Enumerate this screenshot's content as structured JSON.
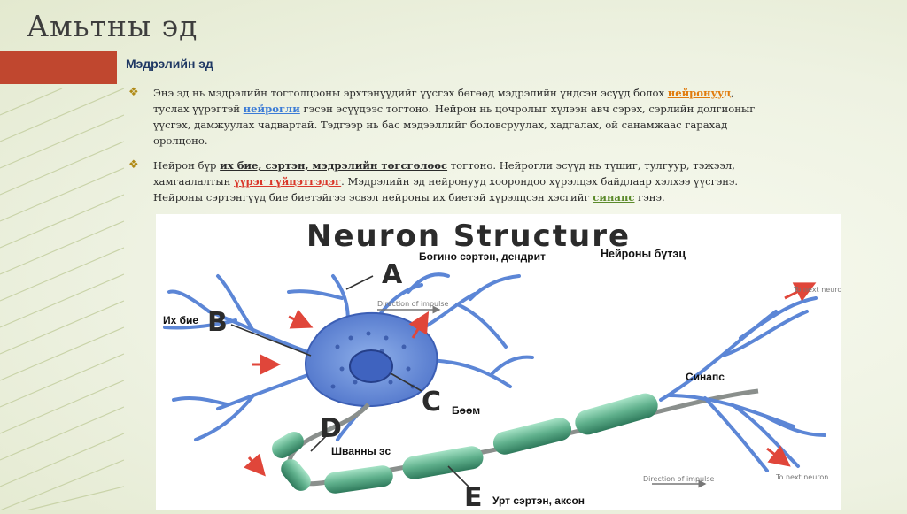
{
  "title": "Амьтны эд",
  "subtitle": "Мэдрэлийн эд",
  "bullets": [
    {
      "p1": "Энэ эд нь мэдрэлийн тогтолцооны эрхтэнүүдийг үүсгэх бөгөөд мэдрэлийн үндсэн эсүүд болох ",
      "h1": "нейронууд",
      "p2": ", туслах үүрэгтэй ",
      "h2": "нейрогли",
      "p3": " гэсэн эсүүдээс тогтоно. Нейрон нь цочролыг хүлээн авч сэрэх, сэрлийн долгионыг үүсгэх, дамжуулах чадвартай. Тэдгээр нь бас мэдээллийг боловсруулах, хадгалах, ой санамжаас гарахад оролцоно."
    },
    {
      "p1": "Нейрон бүр ",
      "h1": "их бие, сэртэн, мэдрэлийн төгсгөлөөс",
      "p2": " тогтоно. Нейрогли эсүүд нь түшиг, тулгуур, тэжээл, хамгаалалтын ",
      "h2": "үүрэг гүйцэтгэдэг",
      "p3": ". Мэдрэлийн эд нейронууд хоорондоо хүрэлцэх байдлаар хэлхээ үүсгэнэ.  Нейроны сэртэнгүүд бие биетэйгээ эсвэл нейроны их биетэй хүрэлцсэн хэсгийг ",
      "h3": "синапс",
      "p4": " гэнэ."
    }
  ],
  "figure": {
    "heading": "Neuron Structure",
    "letters": {
      "a": "A",
      "b": "B",
      "c": "C",
      "d": "D",
      "e": "E"
    },
    "arrow_texts": {
      "impulse_top": "Direction of impulse",
      "impulse_bottom": "Direction of impulse",
      "next_top": "To next neuron",
      "next_bottom": "To next neuron"
    },
    "labels": {
      "dendrite": "Богино сэртэн, дендрит",
      "neuron_structure": "Нейроны бүтэц",
      "cell_body": "Их бие",
      "synapse": "Синапс",
      "nucleus": "Бөөм",
      "schwann": "Шванны эс",
      "axon": "Урт сэртэн,  аксон"
    }
  },
  "colors": {
    "title_bar_accent": "#c0472f",
    "subtitle": "#1f3864",
    "neuron_body": "#6a8fd8",
    "myelin": "#6fbf9c",
    "arrows": "#e0463a"
  }
}
